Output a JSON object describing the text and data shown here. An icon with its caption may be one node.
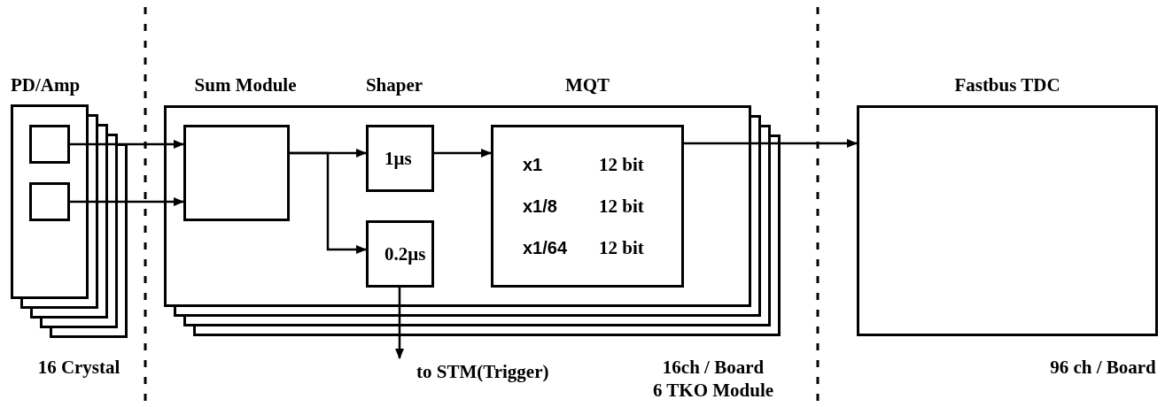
{
  "diagram": {
    "nodes": [
      {
        "text": [
          "PD/Amp"
        ],
        "beside": [
          "16 Crystal"
        ]
      },
      {
        "text": [],
        "shape": "box",
        "in": 0
      },
      {
        "text": [],
        "shape": "box",
        "in": 0
      },
      {
        "text": [],
        "shape": "box",
        "beside": [
          "16ch / Board",
          "6 TKO Module"
        ]
      },
      {
        "text": [],
        "shape": "box",
        "in": 3
      },
      {
        "text": [
          "1μs"
        ],
        "in": 3
      },
      {
        "text": [
          "0.2μs"
        ],
        "in": 3
      },
      {
        "text": [
          "x1",
          "12 bit",
          "x1/8",
          "12 bit",
          "x1/64",
          "12 bit"
        ],
        "in": 3
      },
      {
        "text": [
          "Fastbus TDC"
        ],
        "beside": [
          "96 ch / Board"
        ]
      },
      {
        "text": [
          "to STM(Trigger)"
        ]
      }
    ],
    "edges": [
      {
        "from": 1,
        "to": 4,
        "arrow": "to"
      },
      {
        "from": 2,
        "to": 4,
        "arrow": "to"
      },
      {
        "from": 4,
        "to": 5,
        "arrow": "to"
      },
      {
        "from": 4,
        "to": 6,
        "arrow": "to"
      },
      {
        "from": 5,
        "to": 7,
        "arrow": "to"
      },
      {
        "from": 7,
        "to": 8,
        "arrow": "to"
      },
      {
        "from": 6,
        "to": 9,
        "arrow": "to"
      }
    ],
    "labels": [
      "Sum Module",
      "Shaper",
      "MQT"
    ]
  }
}
